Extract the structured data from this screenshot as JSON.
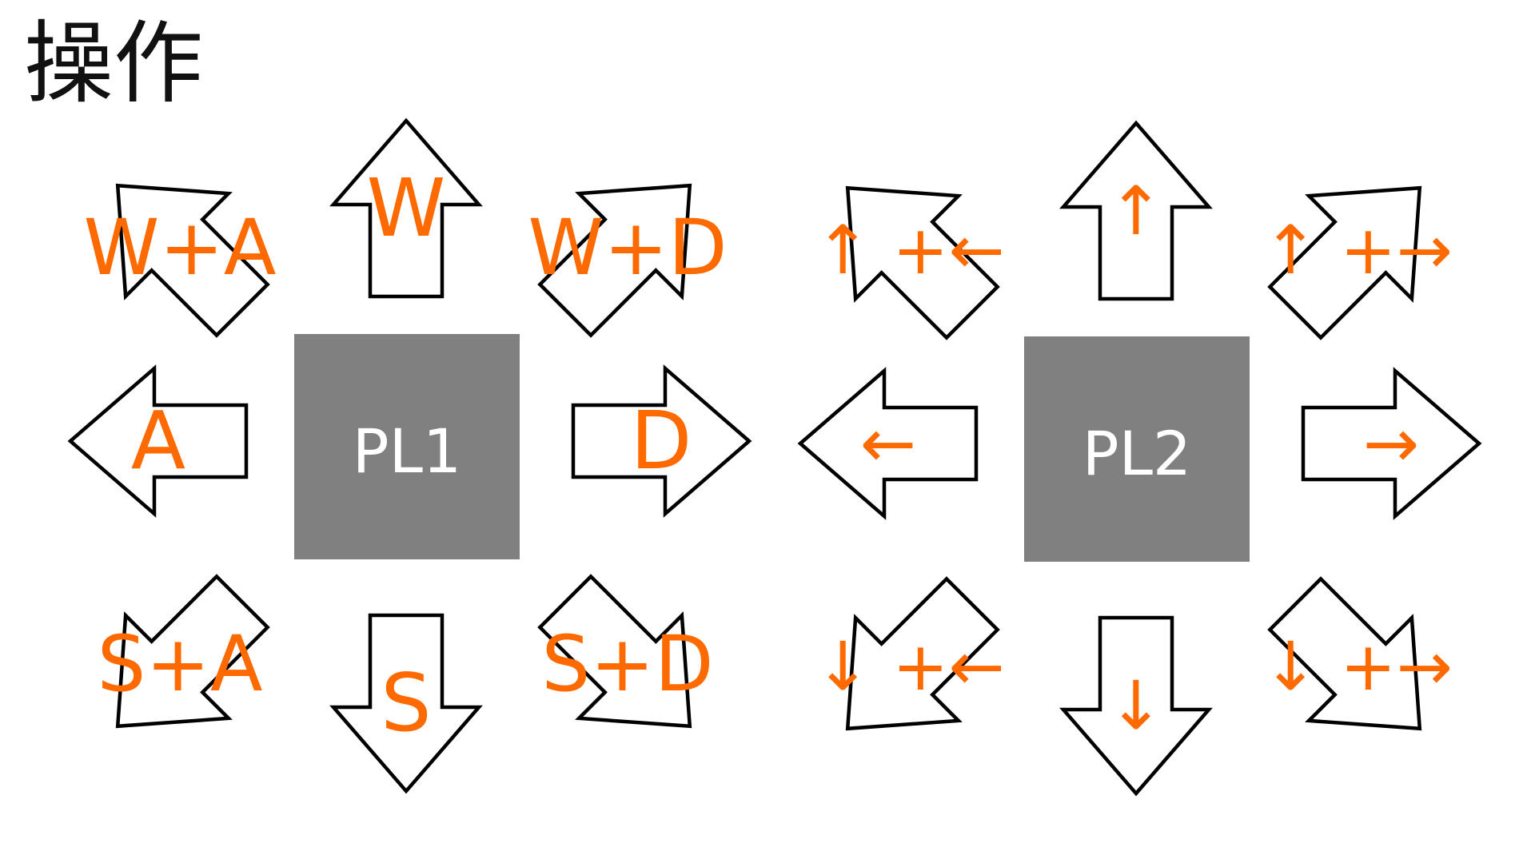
{
  "title": "操作",
  "players": {
    "pl1": "PL1",
    "pl2": "PL2"
  },
  "controls": {
    "pl1": {
      "up": "W",
      "down": "S",
      "left": "A",
      "right": "D",
      "up_left": "W+A",
      "up_right": "W+D",
      "down_left": "S+A",
      "down_right": "S+D"
    },
    "pl2": {
      "up": "↑",
      "down": "↓",
      "left": "←",
      "right": "→",
      "up_left": "↑ +←",
      "up_right": "↑ +→",
      "down_left": "↓ +←",
      "down_right": "↓ +→"
    }
  },
  "colors": {
    "label": "#ff6a00",
    "player_block": "#808080",
    "arrow_stroke": "#000000",
    "arrow_fill": "#ffffff"
  },
  "icons": {
    "direction": "block-arrow-icon"
  }
}
